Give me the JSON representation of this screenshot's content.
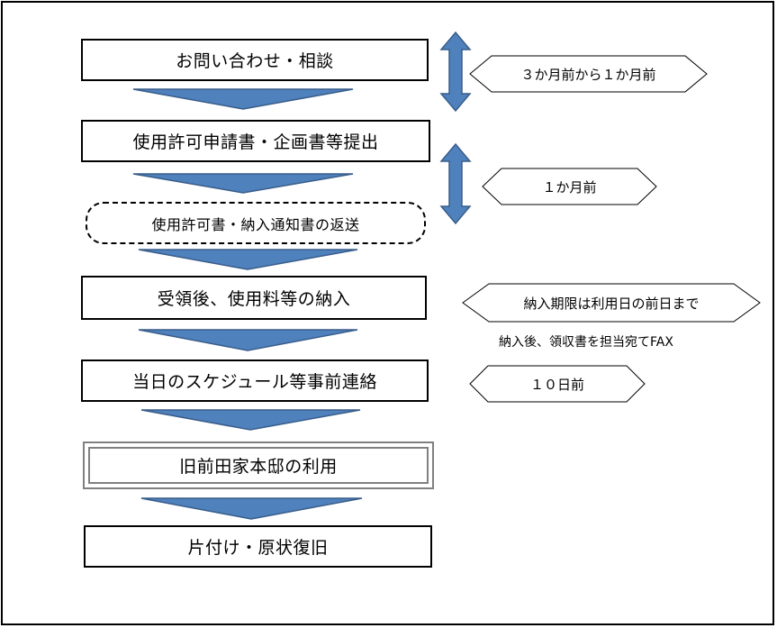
{
  "steps": {
    "inquiry": "お問い合わせ・相談",
    "application": "使用許可申請書・企画書等提出",
    "return_docs": "使用許可書・納入通知書の返送",
    "payment": "受領後、使用料等の納入",
    "schedule": "当日のスケジュール等事前連絡",
    "use": "旧前田家本邸の利用",
    "cleanup": "片付け・原状復旧"
  },
  "timing": {
    "t1": "３か月前から１か月前",
    "t2": "１か月前",
    "t3": "納入期限は利用日の前日まで",
    "t4": "１０日前"
  },
  "notes": {
    "fax": "納入後、領収書を担当宛てFAX"
  },
  "colors": {
    "arrow_fill": "#4f81bd",
    "arrow_stroke": "#385d8a",
    "border": "#000000"
  }
}
